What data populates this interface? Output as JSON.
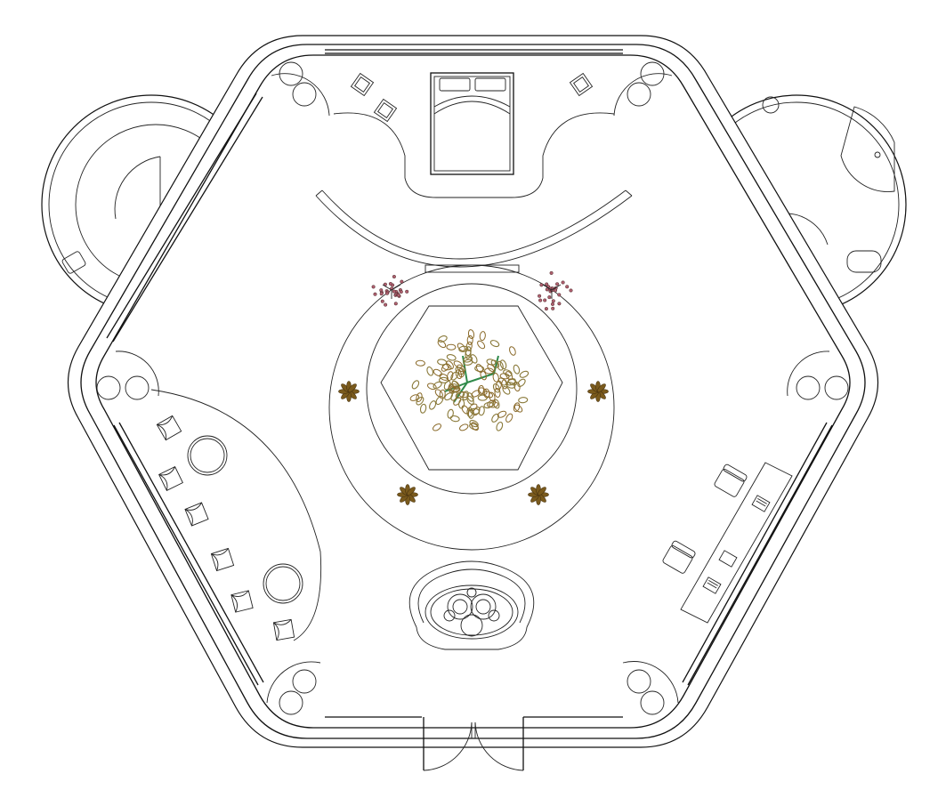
{
  "colors": {
    "linework": "#111111",
    "background": "#ffffff",
    "foliage": "#8a7a3a",
    "tree_trunk": "#2f8a4a",
    "shrub": "#7a5a1c",
    "blossom": "#b06070"
  },
  "elements": {
    "outer_wall": "hexagon-outer-wall",
    "bed": "double-bed",
    "bathroom_west": "round-bathroom-west",
    "bathroom_east": "round-bathroom-east",
    "courtyard": "central-garden-courtyard",
    "lounge": "lounge-seating-area",
    "office": "office-desk-area",
    "fountain": "entrance-fountain",
    "entrance": "double-entrance-door"
  }
}
